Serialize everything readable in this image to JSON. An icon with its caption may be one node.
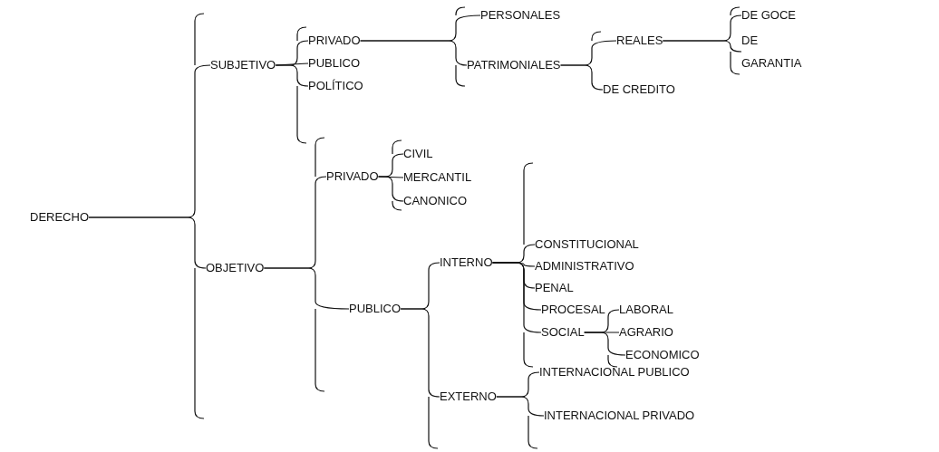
{
  "diagram": {
    "nodes": [
      {
        "text": [
          "DERECHO"
        ]
      },
      {
        "text": [
          "SUBJETIVO"
        ]
      },
      {
        "text": [
          "PRIVADO"
        ]
      },
      {
        "text": [
          "PUBLICO"
        ]
      },
      {
        "text": [
          "POLÍTICO"
        ]
      },
      {
        "text": [
          "PERSONALES"
        ]
      },
      {
        "text": [
          "PATRIMONIALES"
        ]
      },
      {
        "text": [
          "REALES"
        ]
      },
      {
        "text": [
          "DE GOCE"
        ]
      },
      {
        "text": [
          "DE GARANTIA"
        ]
      },
      {
        "text": [
          "DE CREDITO"
        ]
      },
      {
        "text": [
          "OBJETIVO"
        ]
      },
      {
        "text": [
          "PRIVADO"
        ]
      },
      {
        "text": [
          "CIVIL"
        ]
      },
      {
        "text": [
          "MERCANTIL"
        ]
      },
      {
        "text": [
          "CANONICO"
        ]
      },
      {
        "text": [
          "PUBLICO"
        ]
      },
      {
        "text": [
          "INTERNO"
        ]
      },
      {
        "text": [
          "CONSTITUCIONAL"
        ]
      },
      {
        "text": [
          "ADMINISTRATIVO"
        ]
      },
      {
        "text": [
          "PENAL"
        ]
      },
      {
        "text": [
          "PROCESAL"
        ]
      },
      {
        "text": [
          "SOCIAL"
        ]
      },
      {
        "text": [
          "LABORAL"
        ]
      },
      {
        "text": [
          "AGRARIO"
        ]
      },
      {
        "text": [
          "ECONOMICO"
        ]
      },
      {
        "text": [
          "EXTERNO"
        ]
      },
      {
        "text": [
          "INTERNACIONAL PUBLICO"
        ]
      },
      {
        "text": [
          "INTERNACIONAL PRIVADO"
        ]
      }
    ],
    "edges": [
      {
        "from": 0,
        "to": 1,
        "arrow": "none"
      },
      {
        "from": 0,
        "to": 11,
        "arrow": "none"
      },
      {
        "from": 1,
        "to": 2,
        "arrow": "none"
      },
      {
        "from": 1,
        "to": 3,
        "arrow": "none"
      },
      {
        "from": 1,
        "to": 4,
        "arrow": "none"
      },
      {
        "from": 2,
        "to": 5,
        "arrow": "none"
      },
      {
        "from": 2,
        "to": 6,
        "arrow": "none"
      },
      {
        "from": 6,
        "to": 7,
        "arrow": "none"
      },
      {
        "from": 6,
        "to": 10,
        "arrow": "none"
      },
      {
        "from": 7,
        "to": 8,
        "arrow": "none"
      },
      {
        "from": 7,
        "to": 9,
        "arrow": "none"
      },
      {
        "from": 11,
        "to": 12,
        "arrow": "none"
      },
      {
        "from": 11,
        "to": 16,
        "arrow": "none"
      },
      {
        "from": 12,
        "to": 13,
        "arrow": "none"
      },
      {
        "from": 12,
        "to": 14,
        "arrow": "none"
      },
      {
        "from": 12,
        "to": 15,
        "arrow": "none"
      },
      {
        "from": 16,
        "to": 17,
        "arrow": "none"
      },
      {
        "from": 16,
        "to": 26,
        "arrow": "none"
      },
      {
        "from": 17,
        "to": 18,
        "arrow": "none"
      },
      {
        "from": 17,
        "to": 19,
        "arrow": "none"
      },
      {
        "from": 17,
        "to": 20,
        "arrow": "none"
      },
      {
        "from": 17,
        "to": 21,
        "arrow": "none"
      },
      {
        "from": 17,
        "to": 22,
        "arrow": "none"
      },
      {
        "from": 22,
        "to": 23,
        "arrow": "none"
      },
      {
        "from": 22,
        "to": 24,
        "arrow": "none"
      },
      {
        "from": 22,
        "to": 25,
        "arrow": "none"
      },
      {
        "from": 26,
        "to": 27,
        "arrow": "none"
      },
      {
        "from": 26,
        "to": 28,
        "arrow": "none"
      }
    ]
  }
}
